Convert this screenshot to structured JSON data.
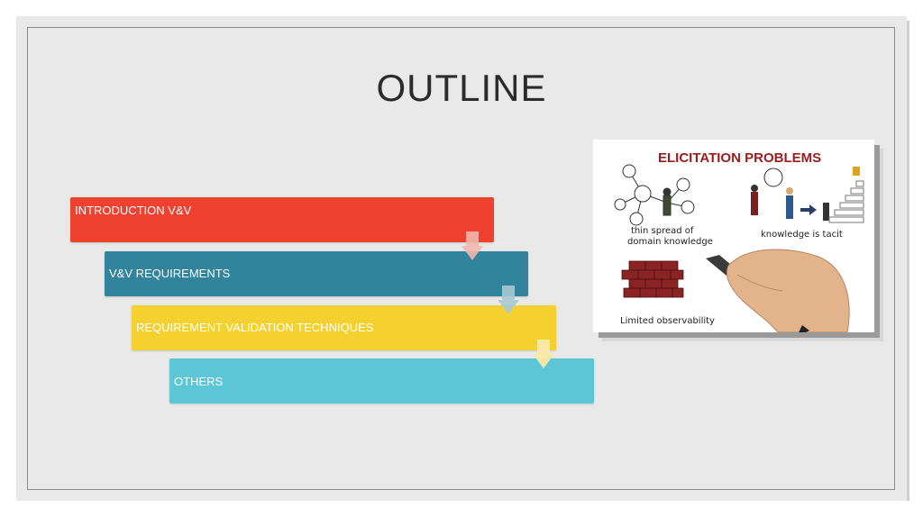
{
  "slide": {
    "title": "OUTLINE"
  },
  "outline": {
    "items": [
      {
        "label": "INTRODUCTION V&V",
        "color": "#ee4130"
      },
      {
        "label": "V&V REQUIREMENTS",
        "color": "#31849b"
      },
      {
        "label": "REQUIREMENT VALIDATION TECHNIQUES",
        "color": "#f5d130"
      },
      {
        "label": "OTHERS",
        "color": "#5cc6d6"
      }
    ]
  },
  "picture": {
    "heading": "ELICITATION PROBLEMS",
    "caption_spread_1": "thin spread of",
    "caption_spread_2": "domain knowledge",
    "caption_tacit": "knowledge is tacit",
    "caption_observability": "Limited observability"
  }
}
